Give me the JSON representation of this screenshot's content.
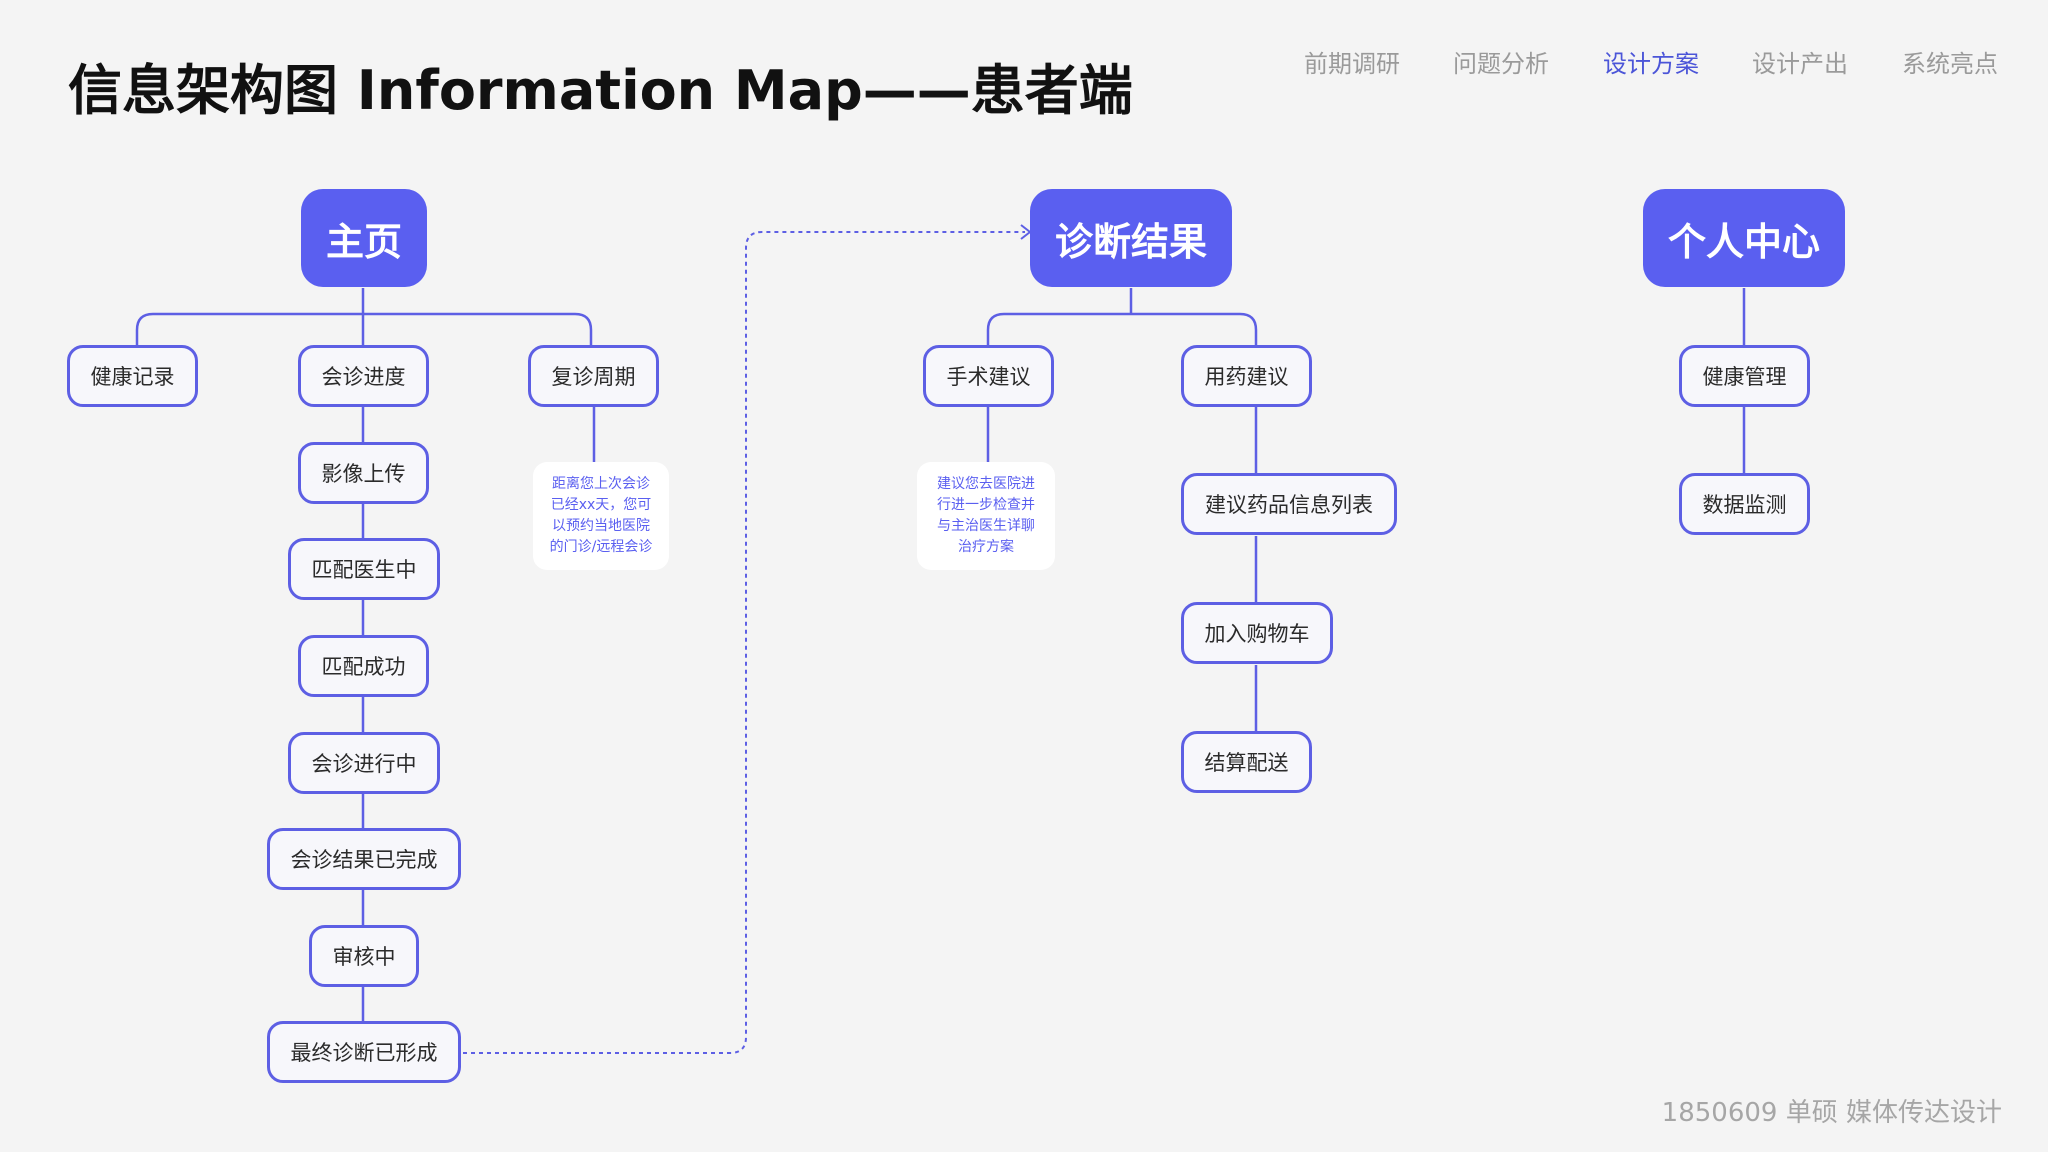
{
  "title": "信息架构图 Information Map——患者端",
  "nav": [
    "前期调研",
    "问题分析",
    "设计方案",
    "设计产出",
    "系统亮点"
  ],
  "nav_active": "设计方案",
  "footer": "1850609 单硕 媒体传达设计",
  "colors": {
    "accent": "#5a5ff0",
    "line": "#5d5fe4",
    "background": "#f4f4f4",
    "nav_inactive": "#9a9a9a"
  },
  "sections": {
    "home": {
      "label": "主页",
      "children": {
        "health_record": "健康记录",
        "consult_progress": "会诊进度",
        "revisit_cycle": "复诊周期"
      },
      "progress_steps": [
        "影像上传",
        "匹配医生中",
        "匹配成功",
        "会诊进行中",
        "会诊结果已完成",
        "审核中",
        "最终诊断已形成"
      ],
      "revisit_note": [
        "距离您上次会诊",
        "已经xx天，您可",
        "以预约当地医院",
        "的门诊/远程会诊"
      ]
    },
    "diagnosis": {
      "label": "诊断结果",
      "children": {
        "surgery_advice": "手术建议",
        "medication_advice": "用药建议"
      },
      "surgery_note": [
        "建议您去医院进",
        "行进一步检查并",
        "与主治医生详聊",
        "治疗方案"
      ],
      "medication_steps": [
        "建议药品信息列表",
        "加入购物车",
        "结算配送"
      ]
    },
    "personal": {
      "label": "个人中心",
      "children": [
        "健康管理",
        "数据监测"
      ]
    }
  }
}
